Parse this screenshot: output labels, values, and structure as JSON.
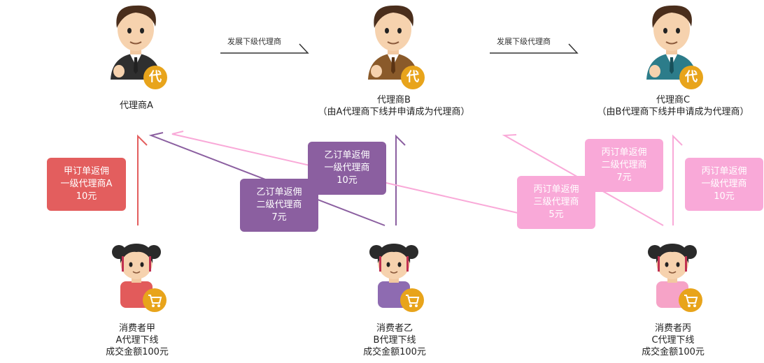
{
  "colors": {
    "red": "#e35e5e",
    "purple": "#8b5fa0",
    "pink": "#f9a9d8",
    "badge": "#e8a41b",
    "arrow": "#333333",
    "suit_a": "#2f2f2f",
    "suit_b": "#8a5a2a",
    "suit_c": "#2c7c8a",
    "shirt_jia": "#e25b5b",
    "shirt_yi": "#8e6bb1",
    "shirt_bing": "#f6a3c7"
  },
  "agents": [
    {
      "badge": "代",
      "name": "代理商A",
      "sub": ""
    },
    {
      "badge": "代",
      "name": "代理商B",
      "sub": "（由A代理商下线并申请成为代理商）"
    },
    {
      "badge": "代",
      "name": "代理商C",
      "sub": "（由B代理商下线并申请成为代理商）"
    }
  ],
  "develop_arrows": [
    "发展下级代理商",
    "发展下级代理商"
  ],
  "consumers": [
    {
      "name": "消费者甲",
      "line": "A代理下线",
      "amount": "成交金额100元"
    },
    {
      "name": "消费者乙",
      "line": "B代理下线",
      "amount": "成交金额100元"
    },
    {
      "name": "消费者丙",
      "line": "C代理下线",
      "amount": "成交金额100元"
    }
  ],
  "commissions": {
    "jia_1": [
      "甲订单返佣",
      "一级代理商A",
      "10元"
    ],
    "yi_1": [
      "乙订单返佣",
      "一级代理商",
      "10元"
    ],
    "yi_2": [
      "乙订单返佣",
      "二级代理商",
      "7元"
    ],
    "bing_1": [
      "丙订单返佣",
      "一级代理商",
      "10元"
    ],
    "bing_2": [
      "丙订单返佣",
      "二级代理商",
      "7元"
    ],
    "bing_3": [
      "丙订单返佣",
      "三级代理商",
      "5元"
    ]
  }
}
